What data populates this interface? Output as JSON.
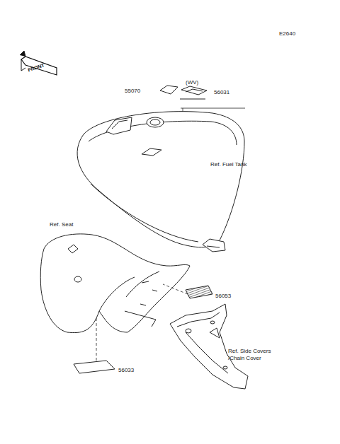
{
  "diagram": {
    "labels": [
      "FRONT",
      "E2640",
      "55070",
      "(WV)",
      "56031",
      "Ref. Fuel Tank",
      "Ref. Seat",
      "56053",
      "56033",
      "Ref. Side Covers /Chain Cover"
    ]
  }
}
